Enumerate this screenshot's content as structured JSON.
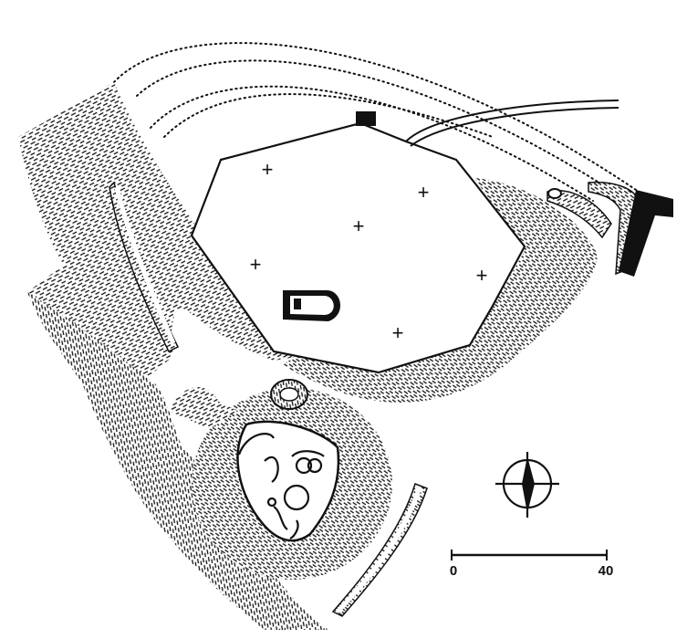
{
  "plan": {
    "style": "black-and-white hachured archaeological site plan",
    "ink_color": "#111111",
    "paper_color": "#ffffff",
    "grave_markers": [
      "+",
      "+",
      "+",
      "+",
      "+",
      "+"
    ],
    "north_arrow": "north-arrow-icon",
    "scale_bar": {
      "start_label": "0",
      "end_label": "40"
    }
  }
}
